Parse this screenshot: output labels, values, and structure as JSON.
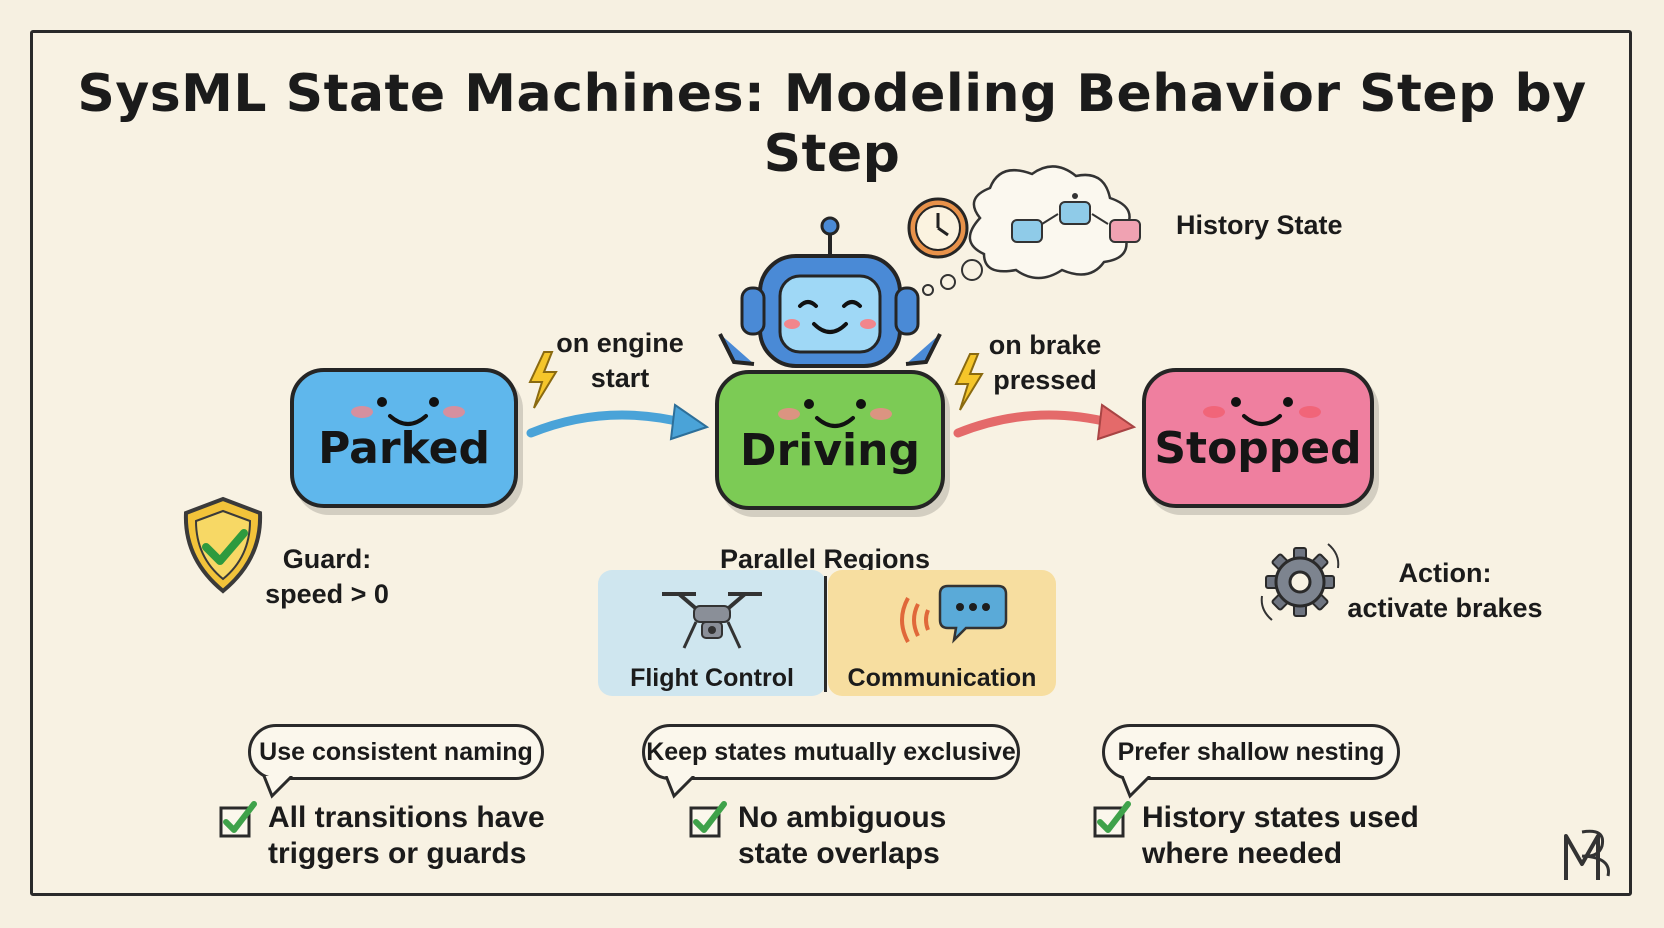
{
  "title": "SysML State Machines: Modeling Behavior Step by Step",
  "states": {
    "parked": "Parked",
    "driving": "Driving",
    "stopped": "Stopped"
  },
  "transitions": {
    "engine_start": [
      "on engine",
      "start"
    ],
    "brake_pressed": [
      "on brake",
      "pressed"
    ]
  },
  "history_state": "History State",
  "guard": [
    "Guard:",
    "speed > 0"
  ],
  "action": [
    "Action:",
    "activate brakes"
  ],
  "parallel_regions": {
    "title": "Parallel Regions",
    "regions": [
      "Flight Control",
      "Communication"
    ]
  },
  "tips": [
    {
      "bubble": "Use consistent naming",
      "check": [
        "All transitions have",
        "triggers or guards"
      ]
    },
    {
      "bubble": "Keep states mutually exclusive",
      "check": [
        "No ambiguous",
        "state overlaps"
      ]
    },
    {
      "bubble": "Prefer shallow nesting",
      "check": [
        "History states used",
        "where needed"
      ]
    }
  ],
  "colors": {
    "parked": "#5fb7ec",
    "driving": "#7ccb55",
    "stopped": "#ef7f9f",
    "arrow_blue": "#4aa3d8",
    "arrow_red": "#e46a6a",
    "shield": "#f2c33a",
    "check": "#3fa24a"
  }
}
